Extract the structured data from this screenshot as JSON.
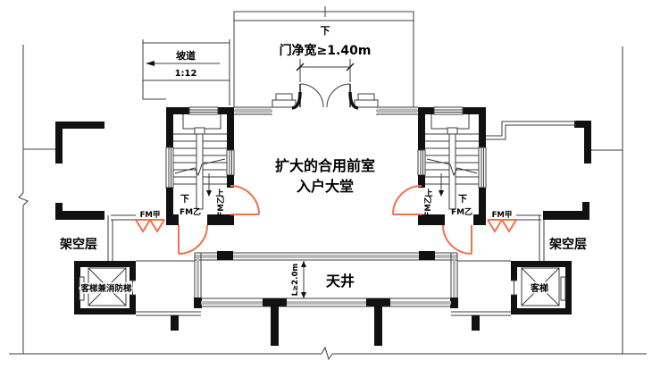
{
  "colors": {
    "wall": "#111111",
    "line": "#3c3c3c",
    "door": "#f0714c",
    "window_fill": "#b9b9b9"
  },
  "labels": {
    "ramp": {
      "name": "坡道",
      "slope": "1:12"
    },
    "entrance": {
      "down": "下",
      "door_width": "门净宽≥1.40m"
    },
    "lobby": {
      "line1": "扩大的合用前室",
      "line2": "入户大堂"
    },
    "courtyard": {
      "name": "天井",
      "width_dim": "L≥2.0m"
    },
    "stilt_floor_left": "架空层",
    "stilt_floor_right": "架空层",
    "elevator_left": "客梯兼消防梯",
    "elevator_right": "客梯",
    "stair_left": {
      "down": "下",
      "up": "上",
      "door_side": "FM乙",
      "door_bottom": "FM乙",
      "door_corridor": "FM甲"
    },
    "stair_right": {
      "down": "下",
      "up": "上",
      "door_side": "FM乙",
      "door_bottom": "FM乙",
      "door_corridor": "FM甲"
    }
  }
}
